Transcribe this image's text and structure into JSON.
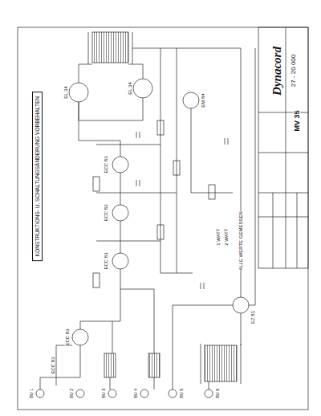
{
  "diagram": {
    "nodes": [
      {
        "text": [
          "KONSTRUKTIONS- U. SCHALTUNGSÄNDERUNG VORBEHALTEN"
        ]
      }
    ],
    "labels": [
      "Dynacord",
      "27 - 20 000",
      "MV 35",
      "EL 34",
      "EL 34",
      "EM 84",
      "ECC 83",
      "ECC 82",
      "ECC 83",
      "ECC 83",
      "ECC 83",
      "EZ 81",
      "BU 1",
      "BU 2",
      "BU 3",
      "BU 4",
      "BU 5",
      "BU 6",
      "ALLE WERTE GEMESSEN",
      "1 WATT",
      "2 WATT"
    ]
  }
}
